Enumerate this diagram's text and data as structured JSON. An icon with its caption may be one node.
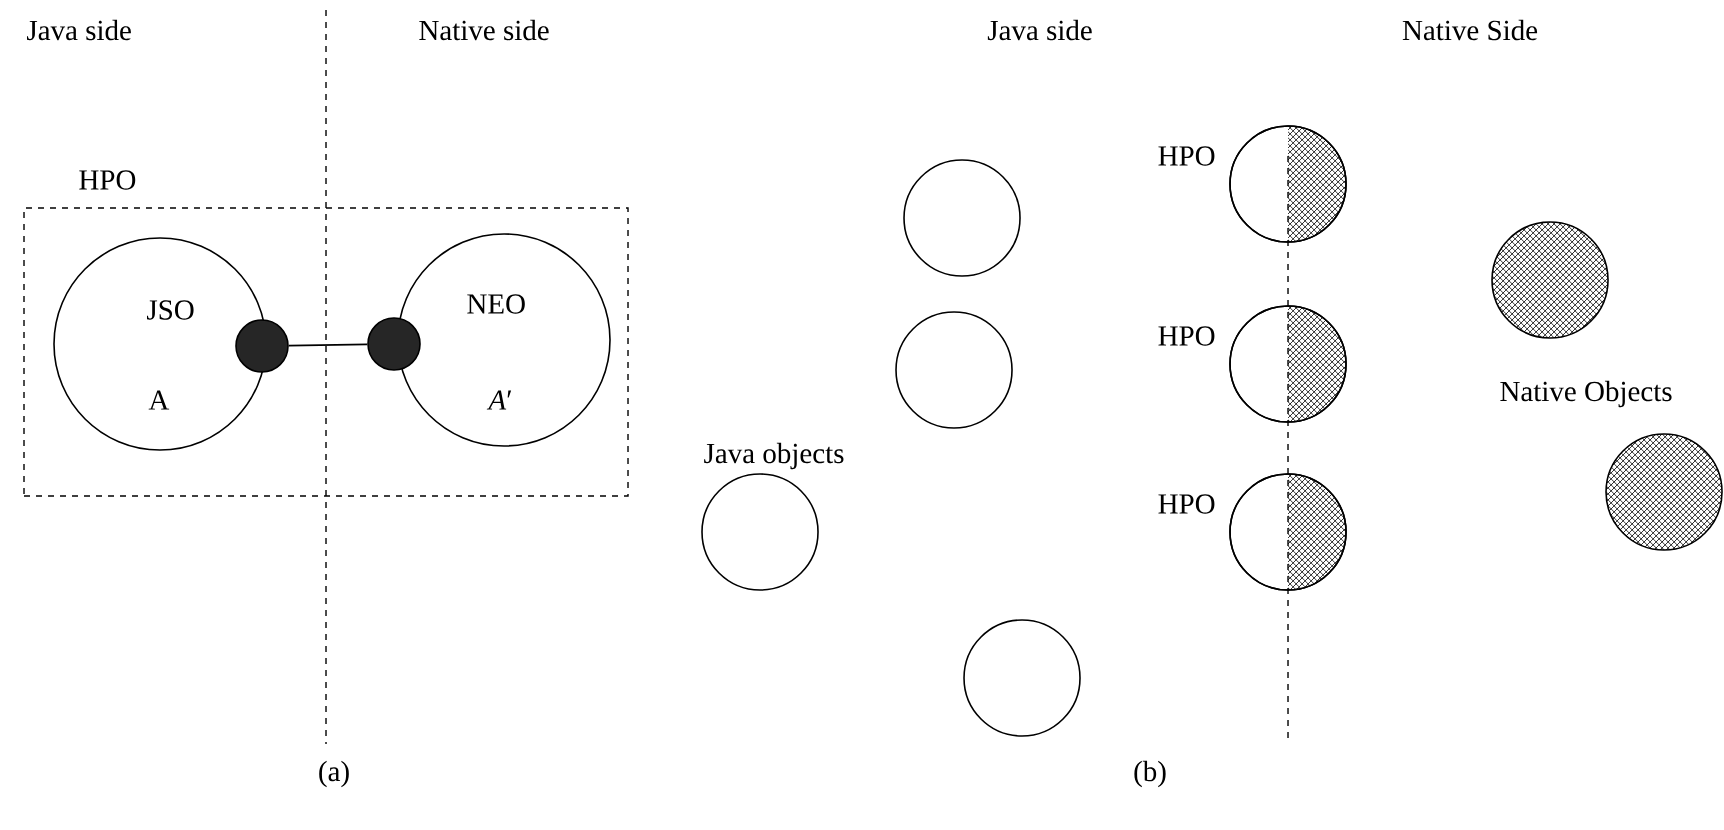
{
  "diagram": {
    "nodes": [
      {
        "text": [
          "HPO"
        ]
      },
      {
        "text": [
          "JSO",
          "A"
        ],
        "in": 0
      },
      {
        "text": [
          "NEO",
          "*A*′"
        ],
        "in": 0
      },
      {
        "text": [],
        "shape": "circle",
        "in": 0
      },
      {
        "text": [],
        "shape": "circle",
        "in": 0
      },
      {
        "text": [],
        "shape": "circle"
      },
      {
        "text": [],
        "shape": "circle"
      },
      {
        "text": [],
        "shape": "circle"
      },
      {
        "text": [],
        "shape": "circle"
      },
      {
        "text": [],
        "shape": "circle",
        "beside": [
          "HPO"
        ]
      },
      {
        "text": [],
        "shape": "circle",
        "beside": [
          "HPO"
        ]
      },
      {
        "text": [],
        "shape": "circle",
        "beside": [
          "HPO"
        ]
      },
      {
        "text": [],
        "shape": "circle"
      },
      {
        "text": [],
        "shape": "circle"
      }
    ],
    "edges": [
      {
        "from": 3,
        "to": 4,
        "arrow": "none"
      }
    ],
    "labels": [
      "Java side",
      "Native side",
      "Java side",
      "Native Side",
      "Java objects",
      "Native Objects",
      "(a)",
      "(b)"
    ]
  }
}
